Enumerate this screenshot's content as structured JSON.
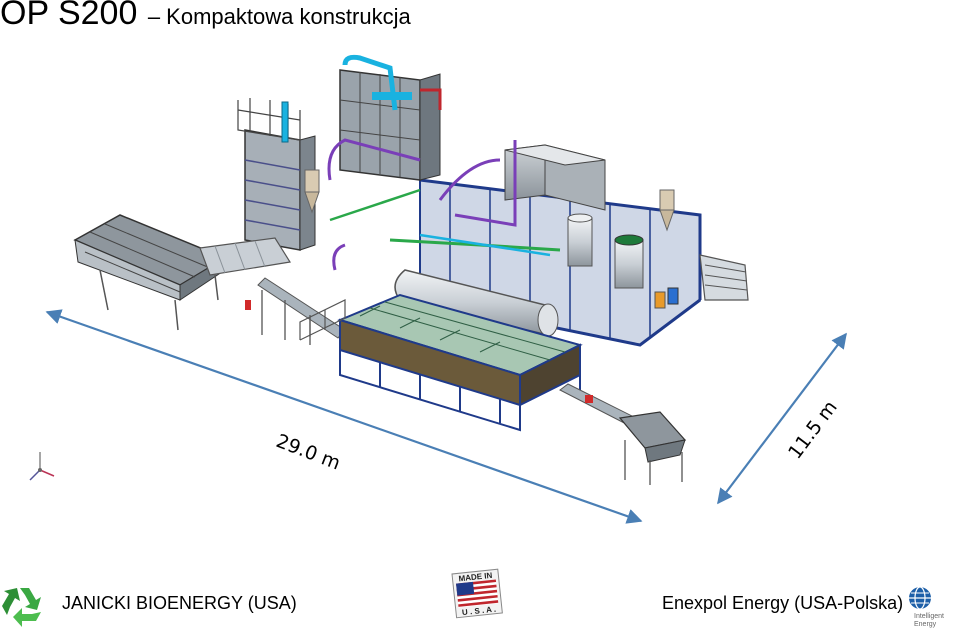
{
  "title": {
    "main": "OP S200",
    "subtitle": "– Kompaktowa konstrukcja"
  },
  "dimensions": {
    "length": "29.0 m",
    "width": "11.5 m"
  },
  "footer": {
    "left_company": "JANICKI BIOENERGY (USA)",
    "right_company": "Enexpol Energy (USA-Polska)",
    "badge_top": "MADE IN",
    "badge_bottom": "U . S . A .",
    "logo_text_1": "Intelligent",
    "logo_text_2": "Energy"
  },
  "colors": {
    "steel": "#55606a",
    "frame_blue": "#1f3a8a",
    "conveyor": "#aab4bc",
    "pipe_cyan": "#19b2e0",
    "pipe_purple": "#7a3fb8",
    "pipe_green": "#2aa84a",
    "tank": "#d8dde2",
    "dim_line": "#4a7fb5"
  },
  "icons": [
    "recycle-icon",
    "usa-flag-icon",
    "intelligent-energy-globe-icon",
    "axis-triad-icon"
  ]
}
